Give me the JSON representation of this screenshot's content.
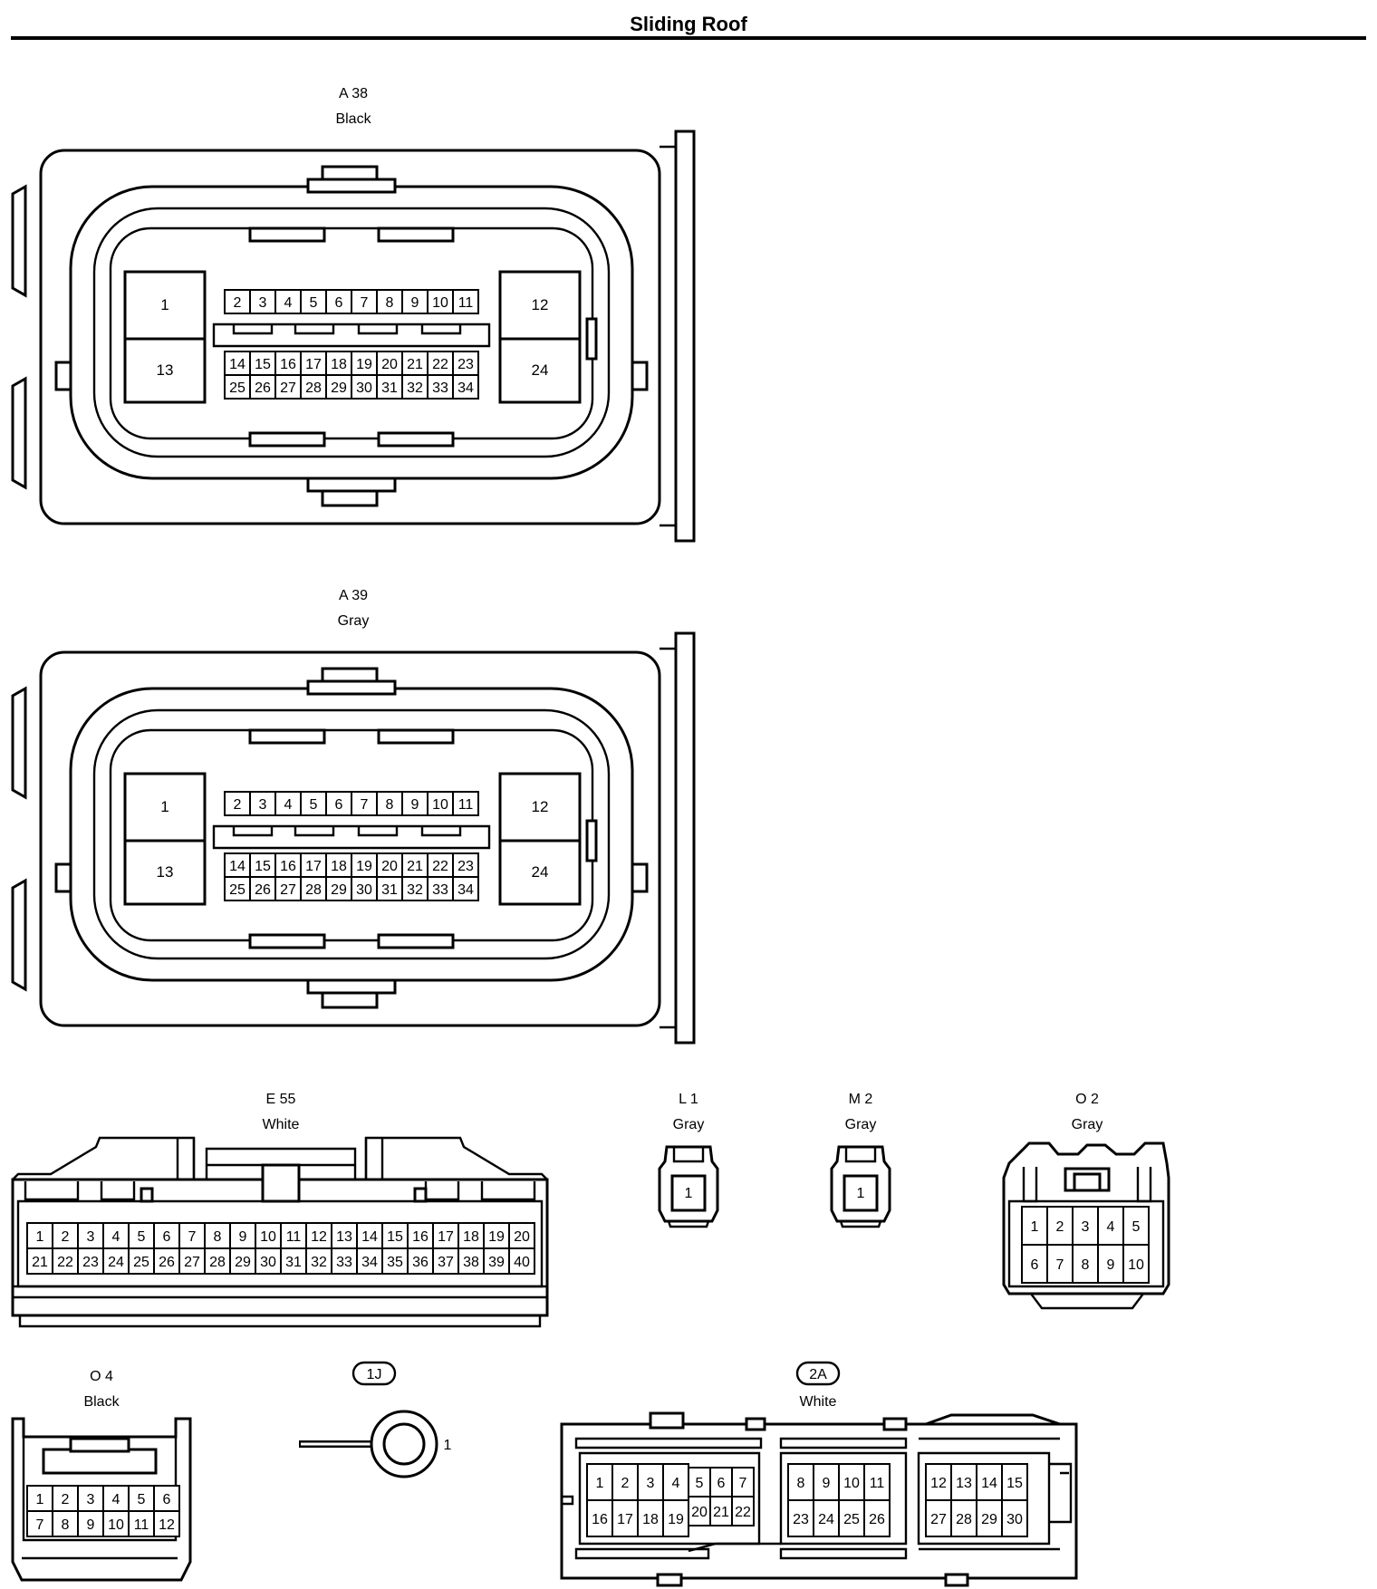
{
  "page": {
    "title": "Sliding Roof"
  },
  "connectors": {
    "a38": {
      "code": "A 38",
      "color": "Black",
      "large_pins": [
        "1",
        "13",
        "12",
        "24"
      ],
      "row1": [
        "2",
        "3",
        "4",
        "5",
        "6",
        "7",
        "8",
        "9",
        "10",
        "11"
      ],
      "row2": [
        "14",
        "15",
        "16",
        "17",
        "18",
        "19",
        "20",
        "21",
        "22",
        "23"
      ],
      "row3": [
        "25",
        "26",
        "27",
        "28",
        "29",
        "30",
        "31",
        "32",
        "33",
        "34"
      ]
    },
    "a39": {
      "code": "A 39",
      "color": "Gray",
      "large_pins": [
        "1",
        "13",
        "12",
        "24"
      ],
      "row1": [
        "2",
        "3",
        "4",
        "5",
        "6",
        "7",
        "8",
        "9",
        "10",
        "11"
      ],
      "row2": [
        "14",
        "15",
        "16",
        "17",
        "18",
        "19",
        "20",
        "21",
        "22",
        "23"
      ],
      "row3": [
        "25",
        "26",
        "27",
        "28",
        "29",
        "30",
        "31",
        "32",
        "33",
        "34"
      ]
    },
    "e55": {
      "code": "E 55",
      "color": "White",
      "row1": [
        "1",
        "2",
        "3",
        "4",
        "5",
        "6",
        "7",
        "8",
        "9",
        "10",
        "11",
        "12",
        "13",
        "14",
        "15",
        "16",
        "17",
        "18",
        "19",
        "20"
      ],
      "row2": [
        "21",
        "22",
        "23",
        "24",
        "25",
        "26",
        "27",
        "28",
        "29",
        "30",
        "31",
        "32",
        "33",
        "34",
        "35",
        "36",
        "37",
        "38",
        "39",
        "40"
      ]
    },
    "l1": {
      "code": "L 1",
      "color": "Gray",
      "pin": "1"
    },
    "m2": {
      "code": "M 2",
      "color": "Gray",
      "pin": "1"
    },
    "o2": {
      "code": "O 2",
      "color": "Gray",
      "row1": [
        "1",
        "2",
        "3",
        "4",
        "5"
      ],
      "row2": [
        "6",
        "7",
        "8",
        "9",
        "10"
      ]
    },
    "o4": {
      "code": "O 4",
      "color": "Black",
      "row1": [
        "1",
        "2",
        "3",
        "4",
        "5",
        "6"
      ],
      "row2": [
        "7",
        "8",
        "9",
        "10",
        "11",
        "12"
      ]
    },
    "j1": {
      "code": "1J",
      "pin": "1"
    },
    "a2": {
      "code": "2A",
      "color": "White",
      "g1r1": [
        "1",
        "2",
        "3",
        "4"
      ],
      "g1r2": [
        "16",
        "17",
        "18",
        "19"
      ],
      "g2r1": [
        "5",
        "6",
        "7"
      ],
      "g2r2": [
        "20",
        "21",
        "22"
      ],
      "g3r1": [
        "8",
        "9",
        "10",
        "11"
      ],
      "g3r2": [
        "23",
        "24",
        "25",
        "26"
      ],
      "g4r1": [
        "12",
        "13",
        "14",
        "15"
      ],
      "g4r2": [
        "27",
        "28",
        "29",
        "30"
      ]
    }
  }
}
